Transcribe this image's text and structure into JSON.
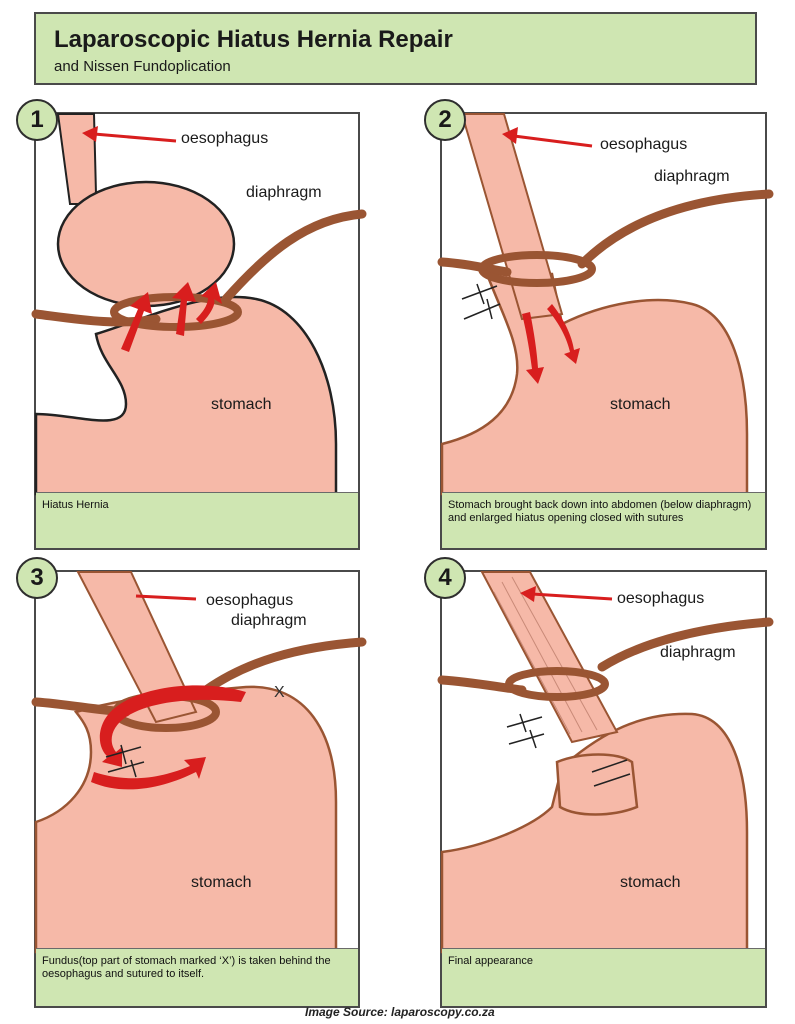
{
  "header": {
    "title": "Laparoscopic Hiatus Hernia Repair",
    "subtitle": "and Nissen Fundoplication"
  },
  "panels": [
    {
      "number": "1",
      "oesophagus": "oesophagus",
      "diaphragm": "diaphragm",
      "stomach": "stomach",
      "caption": "Hiatus Hernia"
    },
    {
      "number": "2",
      "oesophagus": "oesophagus",
      "diaphragm": "diaphragm",
      "stomach": "stomach",
      "caption": "Stomach brought back down into abdomen (below diaphragm) and enlarged hiatus opening closed with sutures"
    },
    {
      "number": "3",
      "oesophagus": "oesophagus",
      "diaphragm": "diaphragm",
      "stomach": "stomach",
      "caption": "Fundus(top part of stomach marked ‘X’) is taken behind the oesophagus and sutured to itself.",
      "mark": "X"
    },
    {
      "number": "4",
      "oesophagus": "oesophagus",
      "diaphragm": "diaphragm",
      "stomach": "stomach",
      "caption": "Final appearance"
    }
  ],
  "source": "Image Source: laparoscopy.co.za",
  "colors": {
    "tissue": "#f6b9a8",
    "diaphragm": "#9a5533",
    "arrow": "#d81e1e",
    "caption_bg": "#cfe6b2"
  }
}
